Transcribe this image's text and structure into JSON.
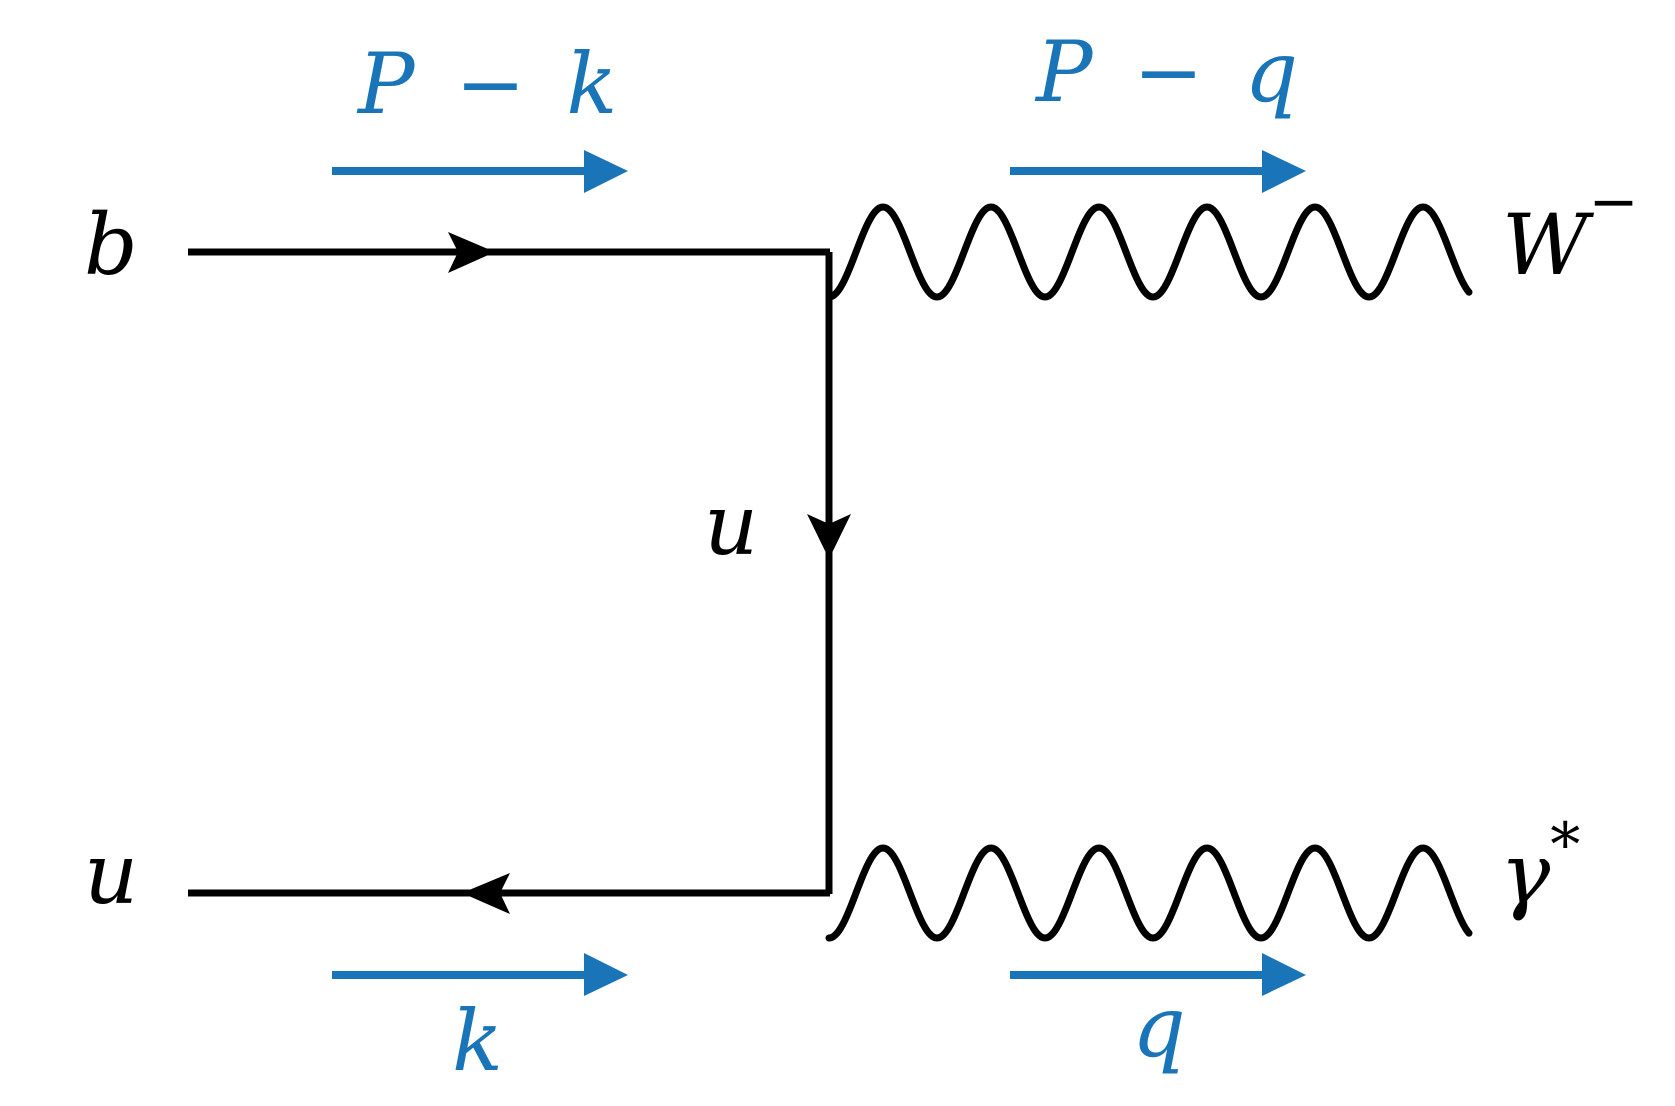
{
  "colors": {
    "line": "#000000",
    "momentum": "#1a75b8",
    "background": "#ffffff"
  },
  "particles": {
    "b_in": "b",
    "u_in": "u",
    "u_propagator": "u",
    "W_out_base": "W",
    "W_out_sup": "−",
    "gamma_out_base": "γ",
    "gamma_out_sup": "*"
  },
  "momenta": {
    "b_in": {
      "a": "P",
      "op": "−",
      "b": "k"
    },
    "W_out": {
      "a": "P",
      "op": "−",
      "b": "q"
    },
    "u_in": "k",
    "gamma_out": "q"
  }
}
